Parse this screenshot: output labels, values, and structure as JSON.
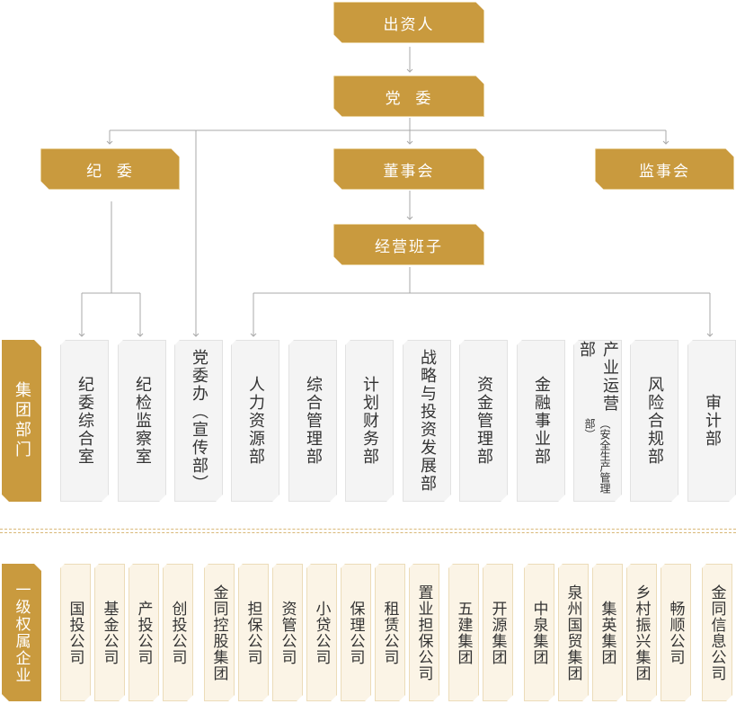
{
  "top": {
    "investor": "出资人",
    "party_committee": "党  委",
    "discipline_committee": "纪  委",
    "board": "董事会",
    "supervisory_board": "监事会",
    "management": "经营班子"
  },
  "sections": {
    "departments": "集团部门",
    "enterprises": "一级权属企业"
  },
  "departments": [
    {
      "main": "纪委综合室",
      "sub": ""
    },
    {
      "main": "纪检监察室",
      "sub": ""
    },
    {
      "main": "党委办（宣传部）",
      "sub": ""
    },
    {
      "main": "人力资源部",
      "sub": ""
    },
    {
      "main": "综合管理部",
      "sub": ""
    },
    {
      "main": "计划财务部",
      "sub": ""
    },
    {
      "main": "战略与投资发展部",
      "sub": ""
    },
    {
      "main": "资金管理部",
      "sub": ""
    },
    {
      "main": "金融事业部",
      "sub": ""
    },
    {
      "main": "产业运营部",
      "sub": "（安全生产管理部）"
    },
    {
      "main": "风险合规部",
      "sub": ""
    },
    {
      "main": "审计部",
      "sub": ""
    }
  ],
  "enterprises": [
    "国投公司",
    "基金公司",
    "产投公司",
    "创投公司",
    "金同控股集团",
    "担保公司",
    "资管公司",
    "小贷公司",
    "保理公司",
    "租赁公司",
    "置业担保公司",
    "五建集团",
    "开源集团",
    "中泉集团",
    "泉州国贸集团",
    "集英集团",
    "乡村振兴集团",
    "畅顺公司",
    "金同信息公司"
  ],
  "colors": {
    "gold": "#c99a3e",
    "line": "#a9a9a9",
    "dept_bg": "#f4f4f4",
    "ent_bg": "#fbf4e6"
  }
}
